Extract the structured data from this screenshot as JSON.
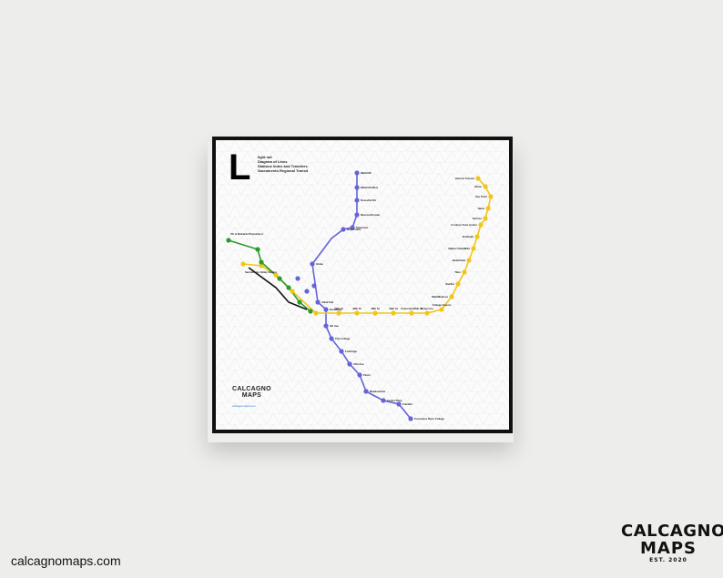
{
  "poster": {
    "letter": "L",
    "title_lines": [
      "light rail",
      "Diagram of Lines",
      "Stations Index and Transfers",
      "Sacramento Regional Transit"
    ],
    "logo_line1": "CALCAGNO",
    "logo_line2": "MAPS",
    "url": "calcagnomaps.com"
  },
  "colors": {
    "blue": "#6464d8",
    "yellow": "#f2c616",
    "green": "#2d9a2d",
    "black": "#111111"
  },
  "map": {
    "blue_stations": [
      "Watt/I-80",
      "Watt/I-80 West",
      "Roseville Rd",
      "Marconi/Arcade",
      "Swanston",
      "Royal Oaks",
      "Globe",
      "Alkali Flat",
      "Broadway",
      "4th Ave",
      "City College",
      "Fruitridge",
      "47th Ave",
      "Florin",
      "Meadowview",
      "Center Pkwy",
      "Franklin",
      "Cosumnes River College"
    ],
    "yellow_stations": [
      "Historic Folsom",
      "Glenn",
      "Iron Point",
      "Hazel",
      "Sunrise",
      "Cordova Town Center",
      "Zinfandel",
      "Mather Field/Mills",
      "Butterfield",
      "Tiber",
      "Starfire",
      "Watt/Manlove",
      "College Greens",
      "Power Inn",
      "University/65th St",
      "59th St",
      "48th St",
      "39th St",
      "29th St",
      "23rd St"
    ],
    "green_stations": [
      "7th & Richards/Township 9",
      "Sacramento Valley Station"
    ]
  },
  "footer": {
    "site_url": "calcagnomaps.com",
    "brand_line1": "CALCAGNO",
    "brand_line2": "MAPS",
    "brand_est": "EST. 2020"
  }
}
